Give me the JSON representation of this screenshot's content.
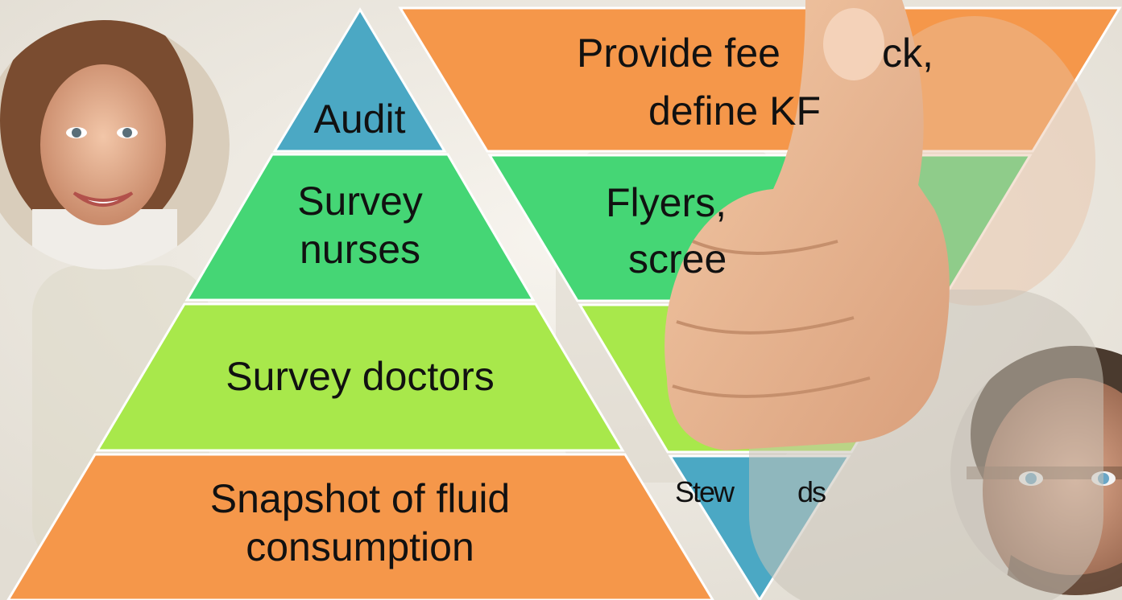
{
  "colors": {
    "blue": "#4BA8C4",
    "green": "#45D675",
    "lime": "#A8E84B",
    "orange": "#F5974A"
  },
  "pyramid": {
    "levels": [
      {
        "lines": [
          "Audit"
        ],
        "color": "blue"
      },
      {
        "lines": [
          "Survey",
          "nurses"
        ],
        "color": "green"
      },
      {
        "lines": [
          "Survey doctors"
        ],
        "color": "lime"
      },
      {
        "lines": [
          "Snapshot of fluid",
          "consumption"
        ],
        "color": "orange"
      }
    ]
  },
  "inverted": {
    "levels": [
      {
        "lines": [
          "Provide feedback,",
          "define KPI"
        ],
        "color": "orange",
        "shown": [
          "Provide fee",
          "ck,",
          "define KF"
        ]
      },
      {
        "lines": [
          "Flyers,",
          "screen"
        ],
        "color": "green",
        "shown": [
          "Flyers, ",
          "scree"
        ]
      },
      {
        "lines": [
          ""
        ],
        "color": "lime"
      },
      {
        "lines": [
          "Stewards"
        ],
        "color": "blue",
        "shown": [
          "Stew",
          "ds"
        ]
      }
    ]
  },
  "photos": {
    "woman": "smiling-woman-photo",
    "man": "stern-man-photo",
    "thumb": "thumbs-up-photo"
  }
}
